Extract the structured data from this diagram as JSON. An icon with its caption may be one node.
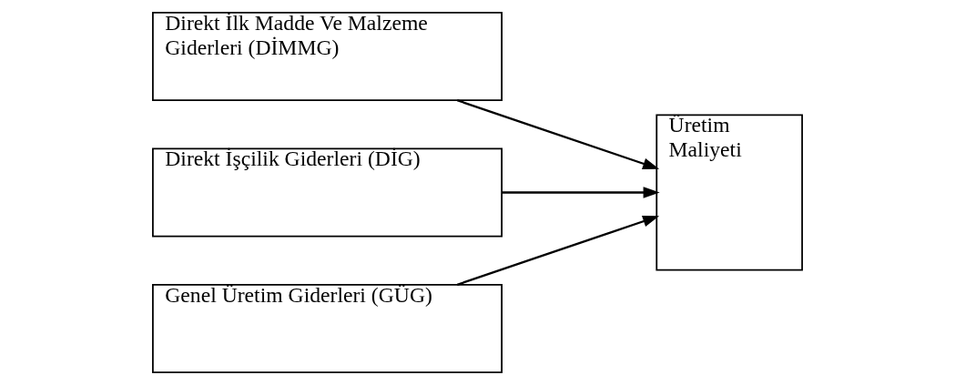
{
  "diagram": {
    "nodes": [
      {
        "text": [
          "Direkt İlk Madde Ve Malzeme Giderleri (DİMMG)"
        ]
      },
      {
        "text": [
          "Direkt İşçilik Giderleri (DİG)"
        ]
      },
      {
        "text": [
          "Genel Üretim Giderleri (GÜG)"
        ]
      },
      {
        "text": [
          "Üretim Maliyeti"
        ]
      }
    ],
    "edges": [
      {
        "from": 0,
        "to": 3,
        "arrow": "to"
      },
      {
        "from": 1,
        "to": 3,
        "arrow": "to"
      },
      {
        "from": 2,
        "to": 3,
        "arrow": "to"
      }
    ]
  }
}
